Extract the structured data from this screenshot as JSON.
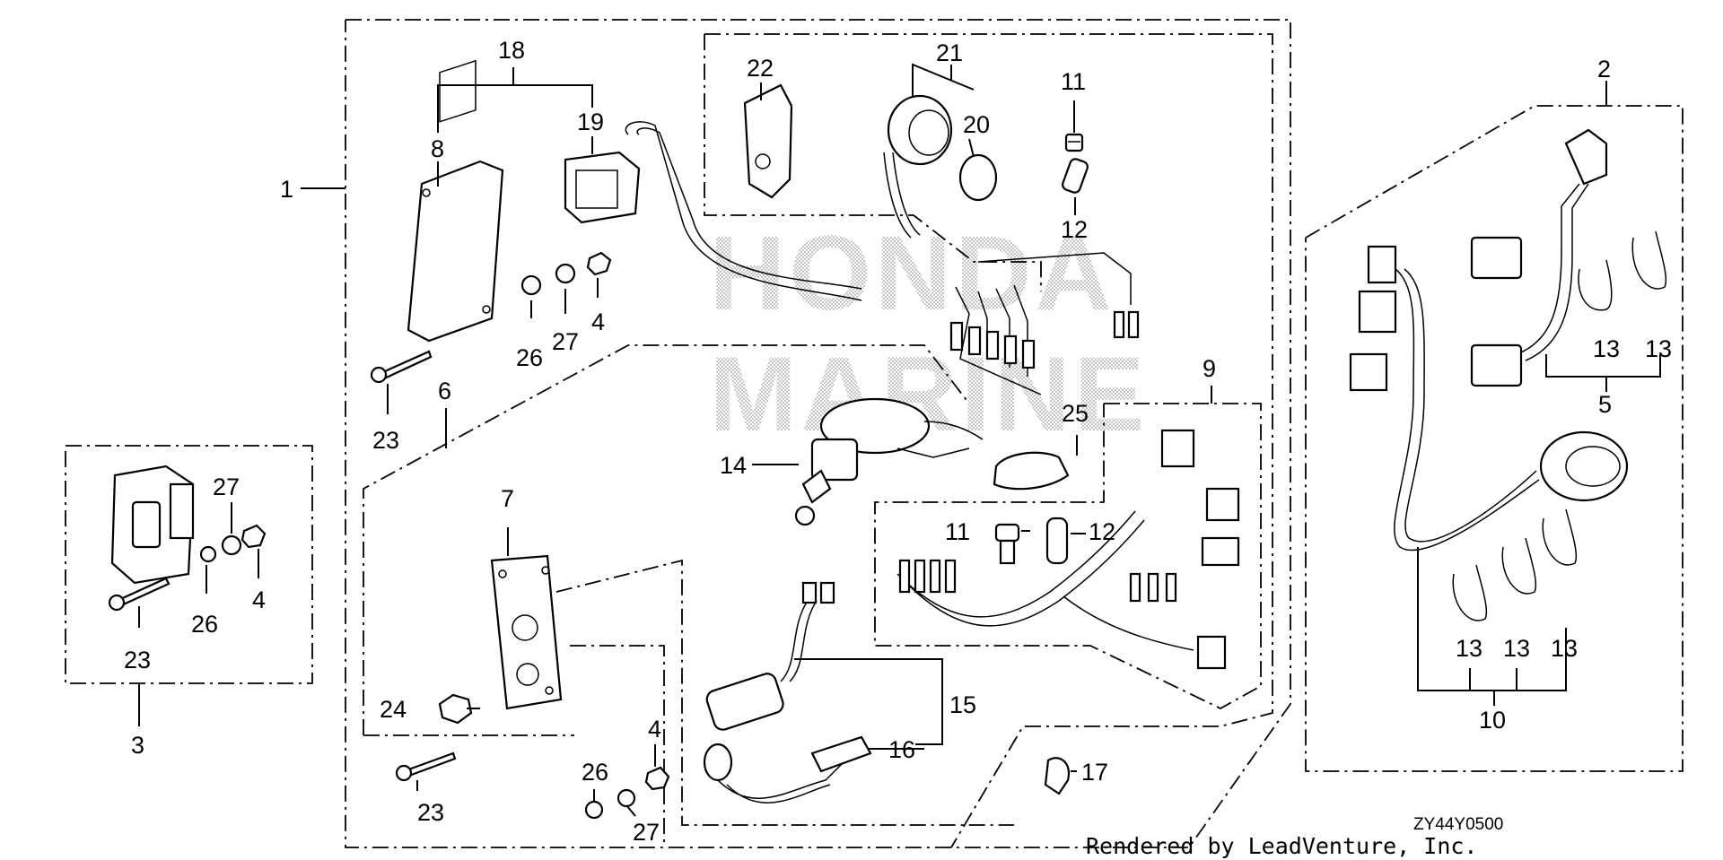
{
  "diagram": {
    "code": "ZY44Y0500",
    "credit": "Rendered by LeadVenture, Inc.",
    "watermark": [
      "HONDA",
      "MARINE"
    ],
    "callouts": {
      "c1": "1",
      "c2": "2",
      "c3": "3",
      "c4a": "4",
      "c4b": "4",
      "c4c": "4",
      "c5": "5",
      "c6": "6",
      "c7": "7",
      "c8": "8",
      "c9": "9",
      "c10": "10",
      "c11a": "11",
      "c11b": "11",
      "c12a": "12",
      "c12b": "12",
      "c13a": "13",
      "c13b": "13",
      "c13c": "13",
      "c13d": "13",
      "c13e": "13",
      "c14": "14",
      "c15": "15",
      "c16": "16",
      "c17": "17",
      "c18": "18",
      "c19": "19",
      "c20": "20",
      "c21": "21",
      "c22": "22",
      "c23a": "23",
      "c23b": "23",
      "c23c": "23",
      "c24": "24",
      "c25": "25",
      "c26a": "26",
      "c26b": "26",
      "c26c": "26",
      "c27a": "27",
      "c27b": "27",
      "c27c": "27"
    }
  }
}
